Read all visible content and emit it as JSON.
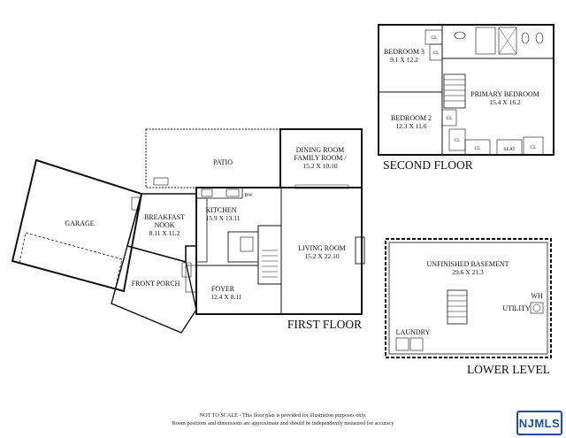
{
  "floors": {
    "first": "FIRST FLOOR",
    "second": "SECOND FLOOR",
    "lower": "LOWER LEVEL"
  },
  "rooms": {
    "garage": "GARAGE",
    "breakfast_nook": "BREAKFAST",
    "breakfast_nook_2": "NOOK",
    "breakfast_nook_dim": "8.11 X 11.2",
    "front_porch": "FRONT PORCH",
    "patio": "PATIO",
    "kitchen": "KITCHEN",
    "kitchen_dim": "15.9 X 13.11",
    "dining_family": "DINING ROOM",
    "dining_family_2": "FAMILY ROOM /",
    "dining_family_dim": "15.2 X 10.10",
    "living_room": "LIVING ROOM",
    "living_room_dim": "15.2 X 22.10",
    "foyer": "FOYER",
    "foyer_dim": "12.4 X 8.11",
    "dw": "DW",
    "bedroom3": "BEDROOM 3",
    "bedroom3_dim": "9.1 X 12.2",
    "bedroom2": "BEDROOM 2",
    "bedroom2_dim": "12.3 X 11.6",
    "primary": "PRIMARY BEDROOM",
    "primary_dim": "15.4 X 16.2",
    "cl": "CL",
    "seat": "SEAT",
    "basement": "UNFINISHED BASEMENT",
    "basement_dim": "29.6 X 21.3",
    "utility": "UTILITY",
    "wh": "WH",
    "laundry": "LAUNDRY"
  },
  "disclaimer": {
    "line1": "NOT TO SCALE - This floor plan is provided for illustration purposes only.",
    "line2": "Room positions and dimensions are approximate and should be independently measured for accuracy"
  },
  "logo": "NJMLS"
}
